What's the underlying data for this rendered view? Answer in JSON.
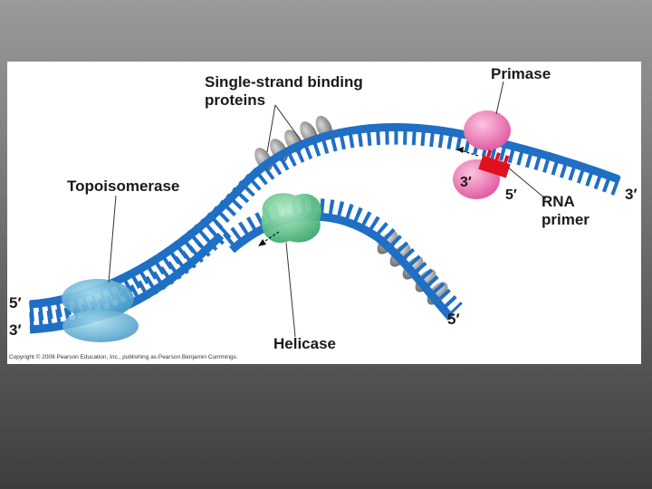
{
  "figure": {
    "labels": {
      "single_strand_line1": "Single-strand binding",
      "single_strand_line2": "proteins",
      "primase": "Primase",
      "topoisomerase": "Topoisomerase",
      "helicase": "Helicase",
      "rna_line1": "RNA",
      "rna_line2": "primer"
    },
    "ends": {
      "left_top": "5′",
      "left_bottom": "3′",
      "right_top": "3′",
      "lower_right": "5′",
      "primer_3": "3′",
      "primer_5": "5′"
    },
    "copyright": "Copyright © 2008 Pearson Education, Inc., publishing as Pearson Benjamin Cummings."
  },
  "colors": {
    "dna": "#1f6fc4",
    "dna_dark": "#0d4a8e",
    "topoisomerase": "#5fb3d6",
    "helicase": "#5fc48a",
    "primase": "#f07cb8",
    "rna_primer": "#e0101e",
    "ssb": "#8a8a8a"
  }
}
